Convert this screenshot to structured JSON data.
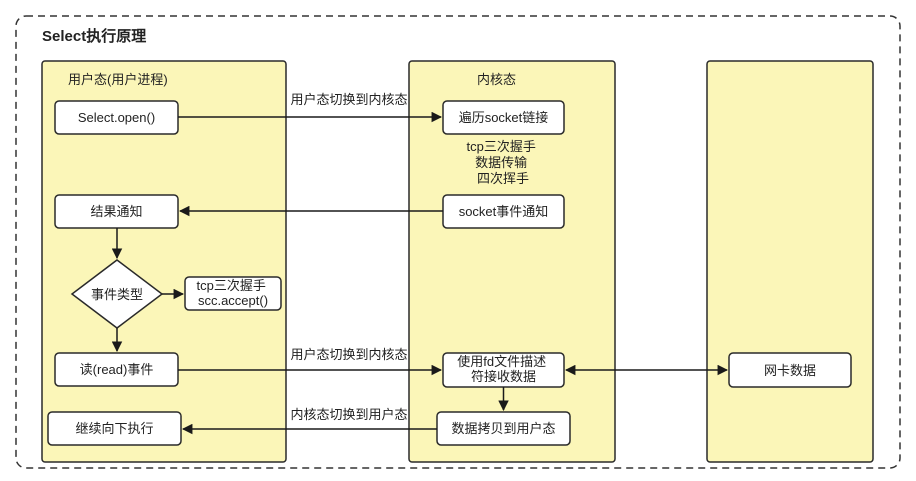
{
  "title": "Select执行原理",
  "lanes": {
    "user": "用户态(用户进程)",
    "kernel": "内核态",
    "nic": ""
  },
  "nodes": {
    "select_open": "Select.open()",
    "traverse": "遍历socket链接",
    "kernel_note": [
      "tcp三次握手",
      "数据传输",
      "四次挥手"
    ],
    "notify": "socket事件通知",
    "result": "结果通知",
    "event_type": "事件类型",
    "accept": [
      "tcp三次握手",
      "scc.accept()"
    ],
    "read": "读(read)事件",
    "fd_desc": [
      "使用fd文件描述",
      "符接收数据"
    ],
    "nic_data": "网卡数据",
    "copy": "数据拷贝到用户态",
    "continue": "继续向下执行"
  },
  "edges": {
    "to_kernel_1": "用户态切换到内核态",
    "to_kernel_2": "用户态切换到内核态",
    "to_user": "内核态切换到用户态"
  }
}
